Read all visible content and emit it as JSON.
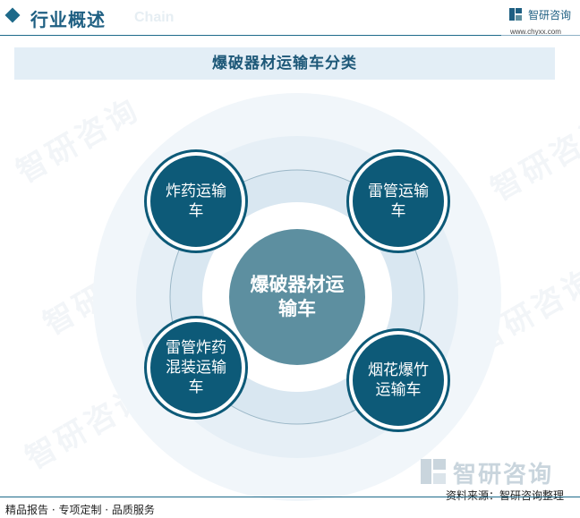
{
  "header": {
    "title": "行业概述",
    "subtitle": "Chain",
    "brand": "智研咨询",
    "url": "www.chyxx.com"
  },
  "banner": {
    "title": "爆破器材运输车分类"
  },
  "diagram": {
    "center": "爆破器材运输车",
    "nodes": [
      {
        "label": "炸药运输车"
      },
      {
        "label": "雷管运输车"
      },
      {
        "label": "雷管炸药混装运输车"
      },
      {
        "label": "烟花爆竹运输车"
      }
    ]
  },
  "watermark": {
    "brand": "智研咨询"
  },
  "footer": {
    "left": "精品报告 · 专项定制 · 品质服务",
    "source": "资料来源：智研咨询整理",
    "brand": "智研咨询"
  },
  "colors": {
    "primary": "#0d5a78",
    "center": "#5d8fa0",
    "banner_bg": "#e3eef6"
  }
}
